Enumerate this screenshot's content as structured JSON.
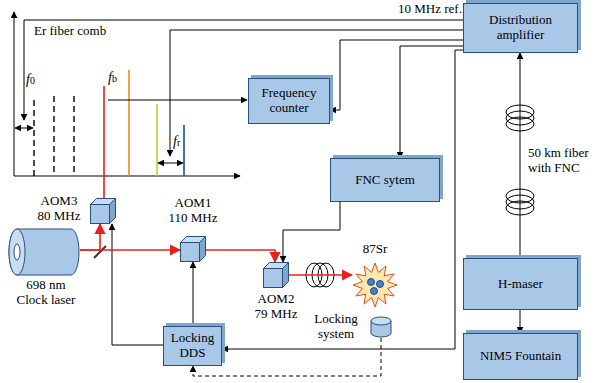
{
  "diagram": {
    "nodes": [
      {
        "text": [
          "Distribution amplifier"
        ]
      },
      {
        "text": [
          "Frequency counter"
        ]
      },
      {
        "text": [
          "FNC sytem"
        ]
      },
      {
        "text": [
          "AOM3 80 MHz"
        ]
      },
      {
        "text": [
          "AOM1 110 MHz"
        ]
      },
      {
        "text": [
          "AOM2 79 MHz"
        ]
      },
      {
        "text": [
          "698 nm Clock laser"
        ]
      },
      {
        "text": [
          "87Sr"
        ]
      },
      {
        "text": [
          "Locking system"
        ]
      },
      {
        "text": [
          "Locking DDS"
        ]
      },
      {
        "text": [
          "H-maser"
        ]
      },
      {
        "text": [
          "NIM5 Fountain"
        ]
      }
    ],
    "edges": [
      {
        "from": 0,
        "to": 1,
        "arrow": "to"
      },
      {
        "from": 0,
        "to": 2,
        "arrow": "to"
      },
      {
        "from": 0,
        "to": 9,
        "arrow": "to"
      },
      {
        "from": 10,
        "to": 0,
        "arrow": "to"
      },
      {
        "from": 10,
        "to": 11,
        "arrow": "to"
      },
      {
        "from": 2,
        "to": 5,
        "arrow": "to"
      },
      {
        "from": 9,
        "to": 3,
        "arrow": "to"
      },
      {
        "from": 9,
        "to": 4,
        "arrow": "to"
      },
      {
        "from": 6,
        "to": 3,
        "arrow": "to"
      },
      {
        "from": 6,
        "to": 4,
        "arrow": "to"
      },
      {
        "from": 4,
        "to": 5,
        "arrow": "to"
      },
      {
        "from": 5,
        "to": 7,
        "arrow": "to"
      },
      {
        "from": 8,
        "to": 9,
        "arrow": "to"
      }
    ],
    "labels": [
      "10 MHz ref.",
      "Er fiber comb",
      "f0",
      "fb",
      "fr",
      "50 km fiber with FNC"
    ]
  }
}
